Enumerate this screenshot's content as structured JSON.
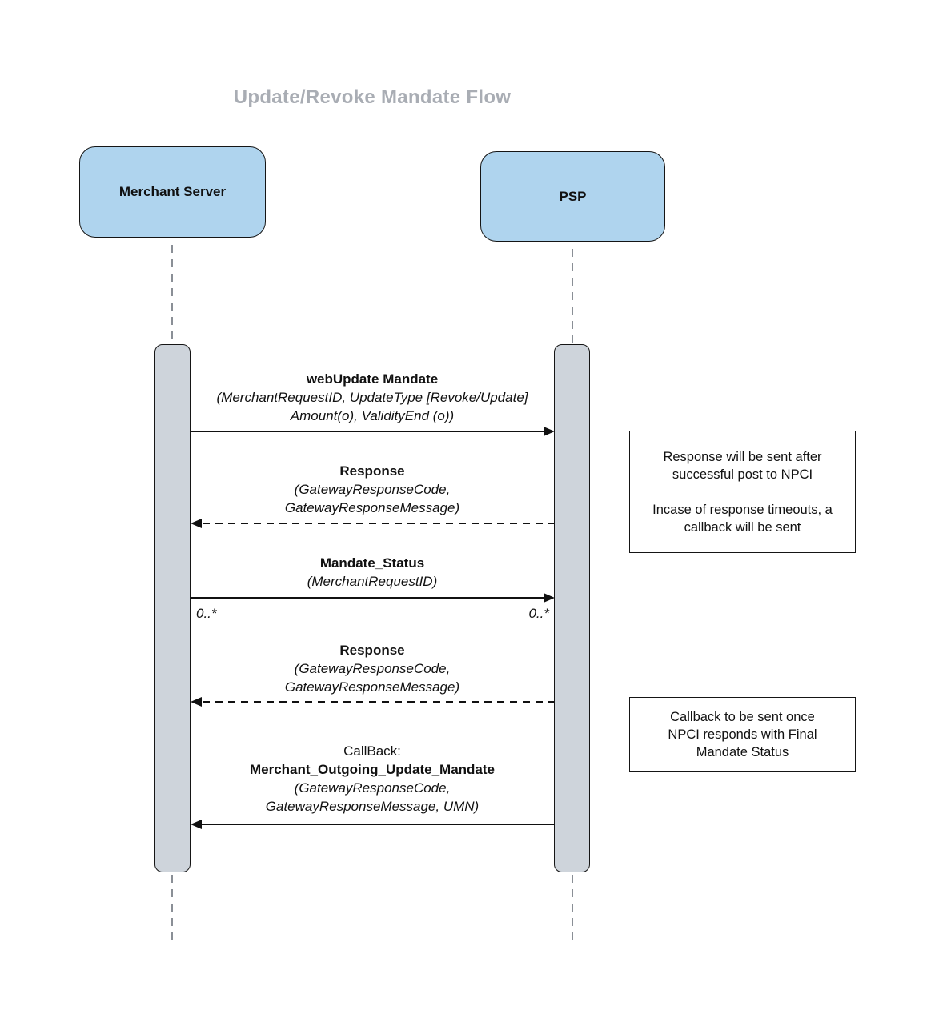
{
  "title": "Update/Revoke Mandate Flow",
  "actors": [
    {
      "label": "Merchant Server"
    },
    {
      "label": "PSP"
    }
  ],
  "messages": [
    {
      "name": "webUpdate Mandate",
      "params_line1": "(MerchantRequestID, UpdateType [Revoke/Update]",
      "params_line2": "Amount(o), ValidityEnd (o))",
      "from": "Merchant Server",
      "to": "PSP",
      "line_style": "solid"
    },
    {
      "name": "Response",
      "params_line1": "(GatewayResponseCode,",
      "params_line2": "GatewayResponseMessage)",
      "from": "PSP",
      "to": "Merchant Server",
      "line_style": "dashed"
    },
    {
      "name": "Mandate_Status",
      "params_line1": "(MerchantRequestID)",
      "from": "Merchant Server",
      "to": "PSP",
      "line_style": "solid",
      "multiplicity_left": "0..*",
      "multiplicity_right": "0..*"
    },
    {
      "name": "Response",
      "params_line1": "(GatewayResponseCode,",
      "params_line2": "GatewayResponseMessage)",
      "from": "PSP",
      "to": "Merchant Server",
      "line_style": "dashed"
    },
    {
      "prefix": "CallBack:",
      "name": "Merchant_Outgoing_Update_Mandate",
      "params_line1": "(GatewayResponseCode,",
      "params_line2": "GatewayResponseMessage, UMN)",
      "from": "PSP",
      "to": "Merchant Server",
      "line_style": "solid"
    }
  ],
  "notes": [
    {
      "text": "Response will be sent after\nsuccessful post to NPCI\n\nIncase of response timeouts, a\ncallback will be sent"
    },
    {
      "text": "Callback to be sent once\nNPCI responds with Final\nMandate Status"
    }
  ],
  "colors": {
    "actor_fill": "#AFD4EE",
    "activation_fill": "#CED4DB",
    "title_text": "#A9ADB4",
    "line": "#111111",
    "lifeline_dash": "#8A8F96",
    "note_background": "#FFFFFF",
    "canvas_background": "#FFFFFF"
  }
}
